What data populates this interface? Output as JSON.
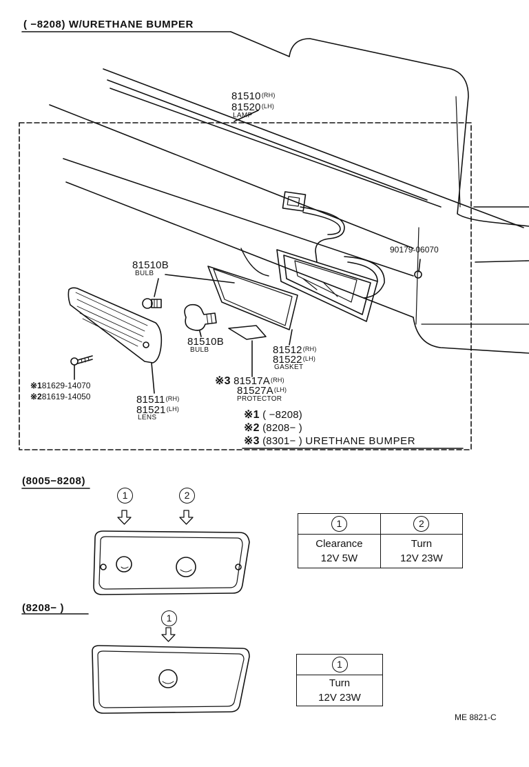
{
  "header": {
    "range": "(     −8208) W/URETHANE  BUMPER"
  },
  "parts": {
    "lamp": {
      "rh": "81510",
      "rh_suffix": "(RH)",
      "lh": "81520",
      "lh_suffix": "(LH)",
      "name": "LAMP"
    },
    "bulb_small": {
      "code": "81510B",
      "name": "BULB"
    },
    "bulb_large": {
      "code": "81510B",
      "name": "BULB"
    },
    "gasket": {
      "rh": "81512",
      "rh_suffix": "(RH)",
      "lh": "81522",
      "lh_suffix": "(LH)",
      "name": "GASKET"
    },
    "lens": {
      "rh": "81511",
      "rh_suffix": "(RH)",
      "lh": "81521",
      "lh_suffix": "(LH)",
      "name": "LENS"
    },
    "protector": {
      "mark": "※3",
      "rh": "81517A",
      "rh_suffix": "(RH)",
      "lh": "81527A",
      "lh_suffix": "(LH)",
      "name": "PROTECTOR"
    },
    "screw": {
      "line1_mark": "※1",
      "line1": "81629-14070",
      "line2_mark": "※2",
      "line2": "81619-14050"
    },
    "nut": {
      "code": "90179-06070"
    }
  },
  "notes": {
    "n1_mark": "※1",
    "n1_range": "(       −8208)",
    "n2_mark": "※2",
    "n2_range": "(8208−        )",
    "n3_mark": "※3",
    "n3_range": "(8301−        )",
    "n3_text": "URETHANE  BUMPER"
  },
  "lower": {
    "range1": "(8005−8208)",
    "range2": "(8208−       )",
    "marker1": "1",
    "marker2": "2",
    "marker3": "1"
  },
  "table1": {
    "col1_num": "1",
    "col1_name": "Clearance",
    "col1_spec": "12V 5W",
    "col2_num": "2",
    "col2_name": "Turn",
    "col2_spec": "12V 23W"
  },
  "table2": {
    "col1_num": "1",
    "col1_name": "Turn",
    "col1_spec": "12V 23W"
  },
  "footer": {
    "code": "ME  8821-C"
  }
}
